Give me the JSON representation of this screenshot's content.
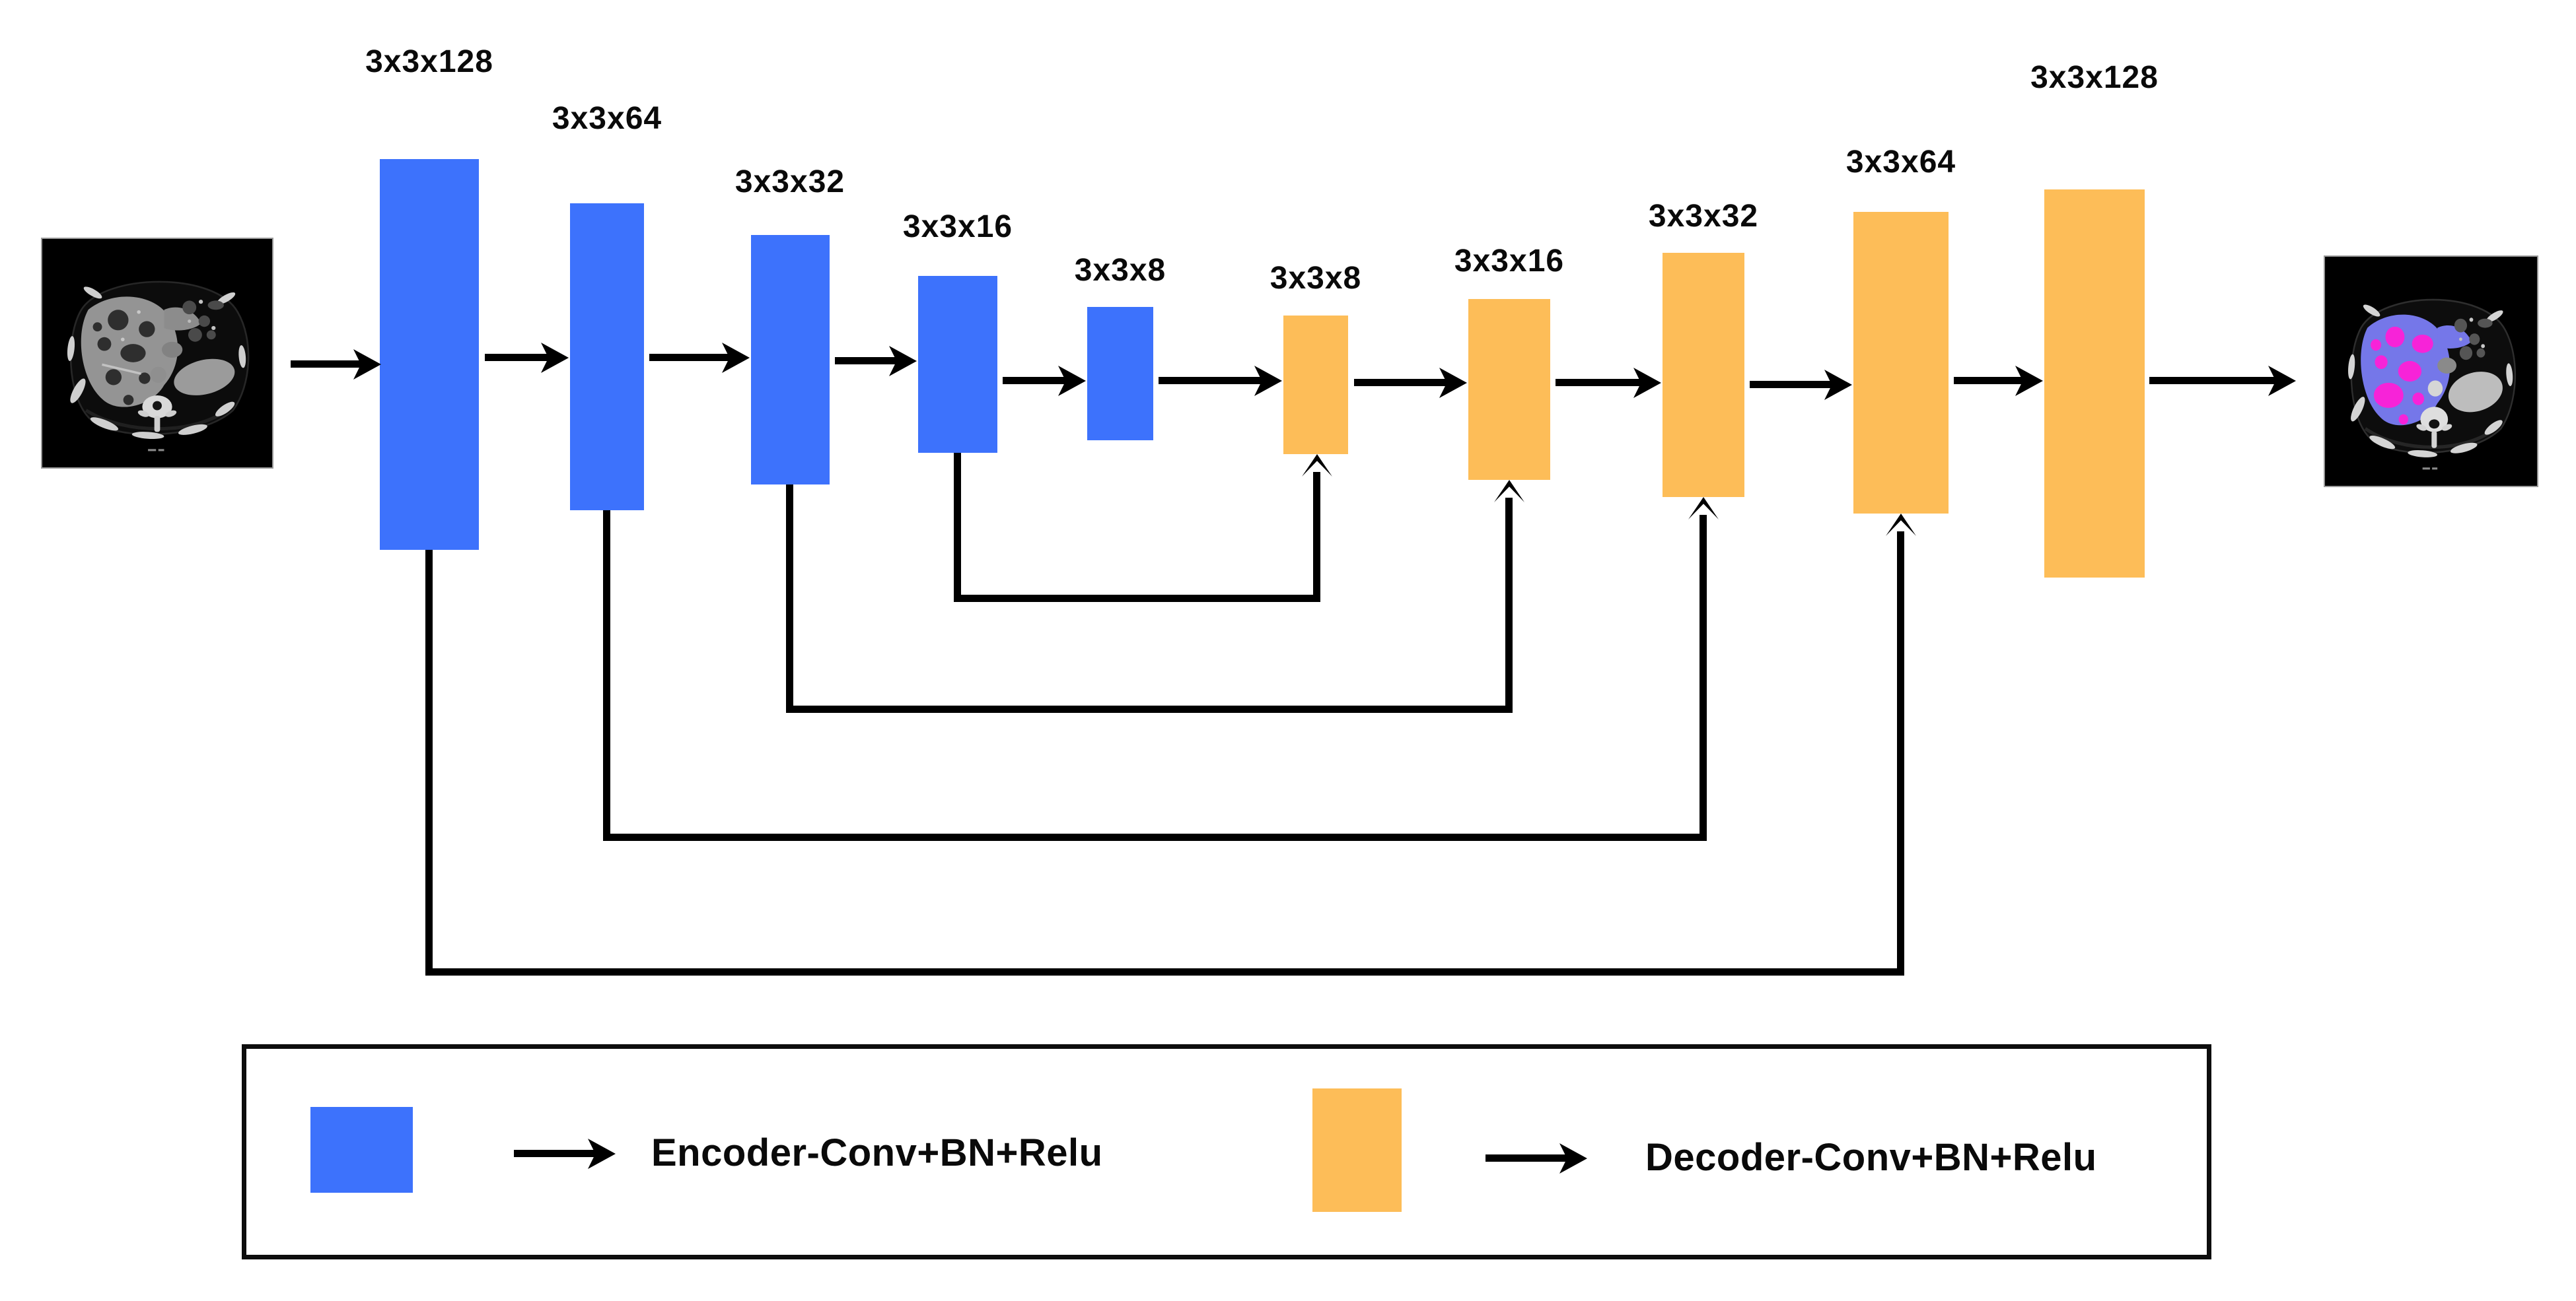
{
  "encoder": {
    "bars": [
      {
        "label": "3x3x128"
      },
      {
        "label": "3x3x64"
      },
      {
        "label": "3x3x32"
      },
      {
        "label": "3x3x16"
      },
      {
        "label": "3x3x8"
      }
    ]
  },
  "decoder": {
    "bars": [
      {
        "label": "3x3x8"
      },
      {
        "label": "3x3x16"
      },
      {
        "label": "3x3x32"
      },
      {
        "label": "3x3x64"
      },
      {
        "label": "3x3x128"
      }
    ]
  },
  "legend": {
    "items": [
      {
        "label": "Encoder-Conv+BN+Relu"
      },
      {
        "label": "Decoder-Conv+BN+Relu"
      }
    ]
  },
  "images": {
    "input": {
      "name": "abdominal-ct-scan-input"
    },
    "output": {
      "name": "segmented-ct-scan-output"
    }
  },
  "colors": {
    "encoder_bar": "#3D72FC",
    "decoder_bar": "#FDBD58",
    "line": "#000000",
    "background": "#FFFFFF",
    "liver_overlay": "#7577E9",
    "tumor_overlay": "#F723D8"
  },
  "icons": {
    "flow_arrow": "right-arrow",
    "skip_arrow": "up-arrow"
  }
}
